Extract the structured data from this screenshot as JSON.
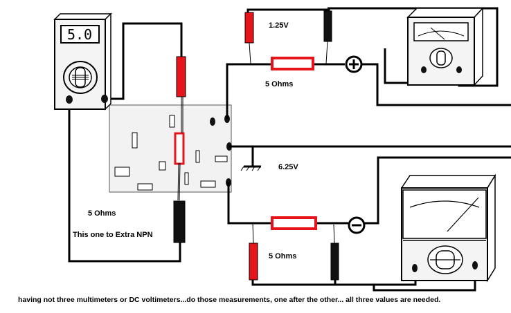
{
  "multimeter": {
    "display": "5.0"
  },
  "labels": {
    "top_voltage": "1.25V",
    "top_resistor": "5 Ohms",
    "mid_voltage": "6.25V",
    "bottom_resistor": "5 Ohms",
    "left_resistor": "5 Ohms",
    "left_note": "This one to Extra NPN",
    "plus_symbol": "+",
    "minus_symbol": "-"
  },
  "caption": "having not three multimeters or DC voltimeters...do those measurements, one after the other... all three values  are needed.",
  "colors": {
    "probe_red": "#e8141b",
    "probe_black": "#111111",
    "board": "#f2f2f2",
    "meter_body": "#f4f4f4"
  }
}
